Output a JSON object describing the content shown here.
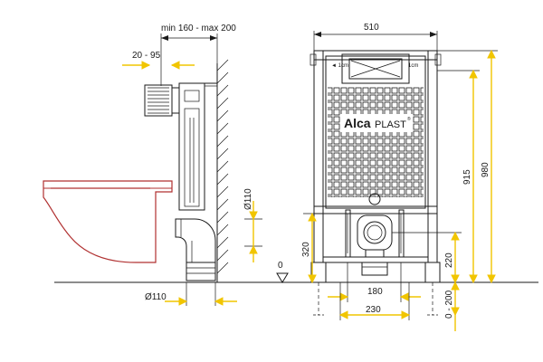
{
  "side_view": {
    "dim_depth": "min 160 - max 200",
    "dim_flush_plate": "20 - 95",
    "dim_pipe_side": "Ø110",
    "dim_pipe_bottom": "Ø110",
    "floor_zero": "0",
    "dim_320": "320"
  },
  "front_view": {
    "dim_width": "510",
    "dim_915": "915",
    "dim_980": "980",
    "dim_220": "220",
    "dim_180": "180",
    "dim_230": "230",
    "dim_0_200": "0 - 200",
    "logo_alca": "Alca",
    "logo_plast": "PLAST",
    "logo_reg": "®"
  },
  "colors": {
    "line": "#1a1a1a",
    "dimension_arrow": "#f1c500",
    "toilet_outline": "#b03030"
  }
}
